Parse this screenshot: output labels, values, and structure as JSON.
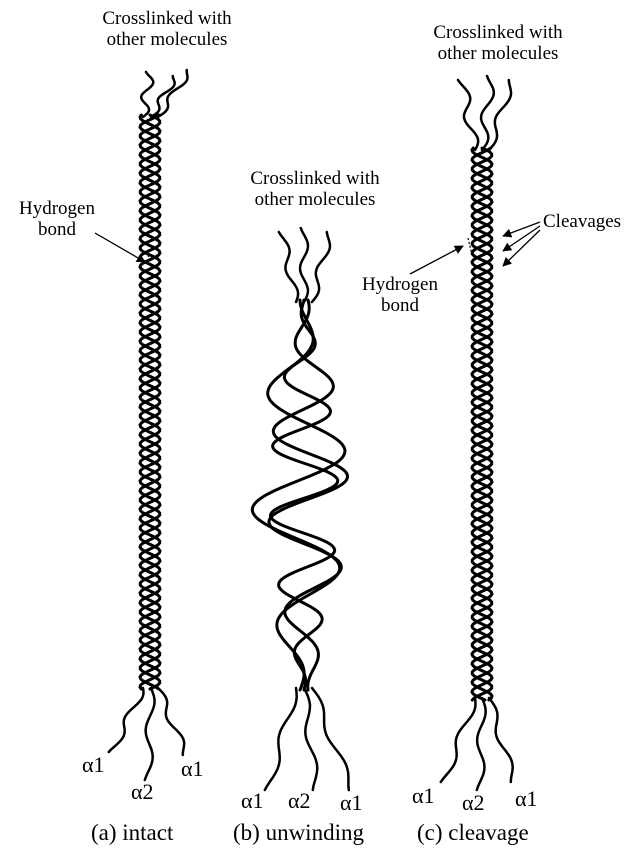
{
  "panels": [
    {
      "caption": "(a) intact",
      "top_label": [
        "Crosslinked with",
        "other molecules"
      ],
      "bond_label": [
        "Hydrogen",
        "bond"
      ],
      "chain_labels": [
        "α1",
        "α2",
        "α1"
      ]
    },
    {
      "caption": "(b) unwinding",
      "top_label": [
        "Crosslinked with",
        "other molecules"
      ],
      "chain_labels": [
        "α1",
        "α2",
        "α1"
      ]
    },
    {
      "caption": "(c) cleavage",
      "top_label": [
        "Crosslinked with",
        "other molecules"
      ],
      "bond_label": [
        "Hydrogen",
        "bond"
      ],
      "cleavage_label": "Cleavages",
      "chain_labels": [
        "α1",
        "α2",
        "α1"
      ]
    }
  ]
}
